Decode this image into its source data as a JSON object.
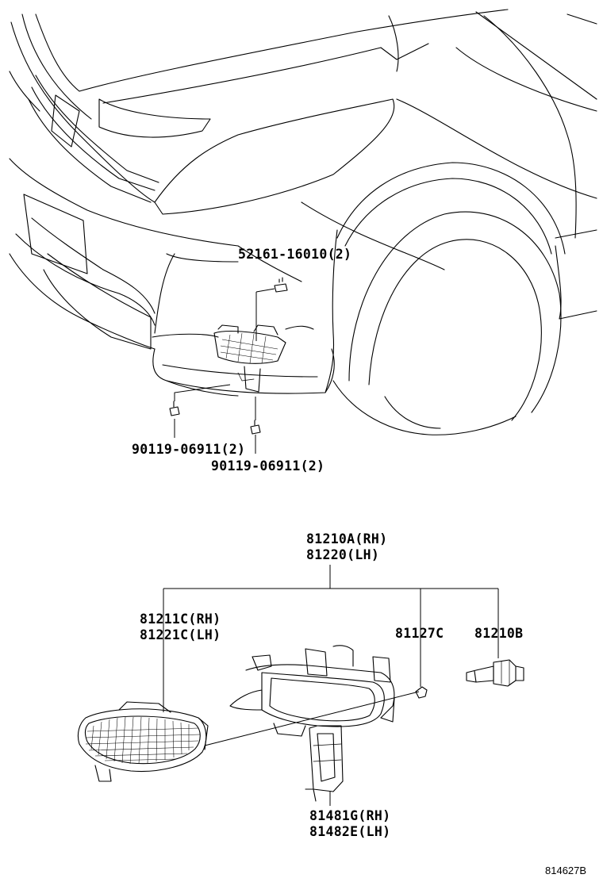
{
  "labels": {
    "clip": "52161-16010(2)",
    "screw_left": "90119-06911(2)",
    "screw_right": "90119-06911(2)",
    "assembly_rh": "81210A(RH)",
    "assembly_lh": "81220(LH)",
    "lens_rh": "81211C(RH)",
    "lens_lh": "81221C(LH)",
    "socket": "81127C",
    "bulb": "81210B",
    "cover_rh": "81481G(RH)",
    "cover_lh": "81482E(LH)"
  },
  "figure_ref": "814627B"
}
